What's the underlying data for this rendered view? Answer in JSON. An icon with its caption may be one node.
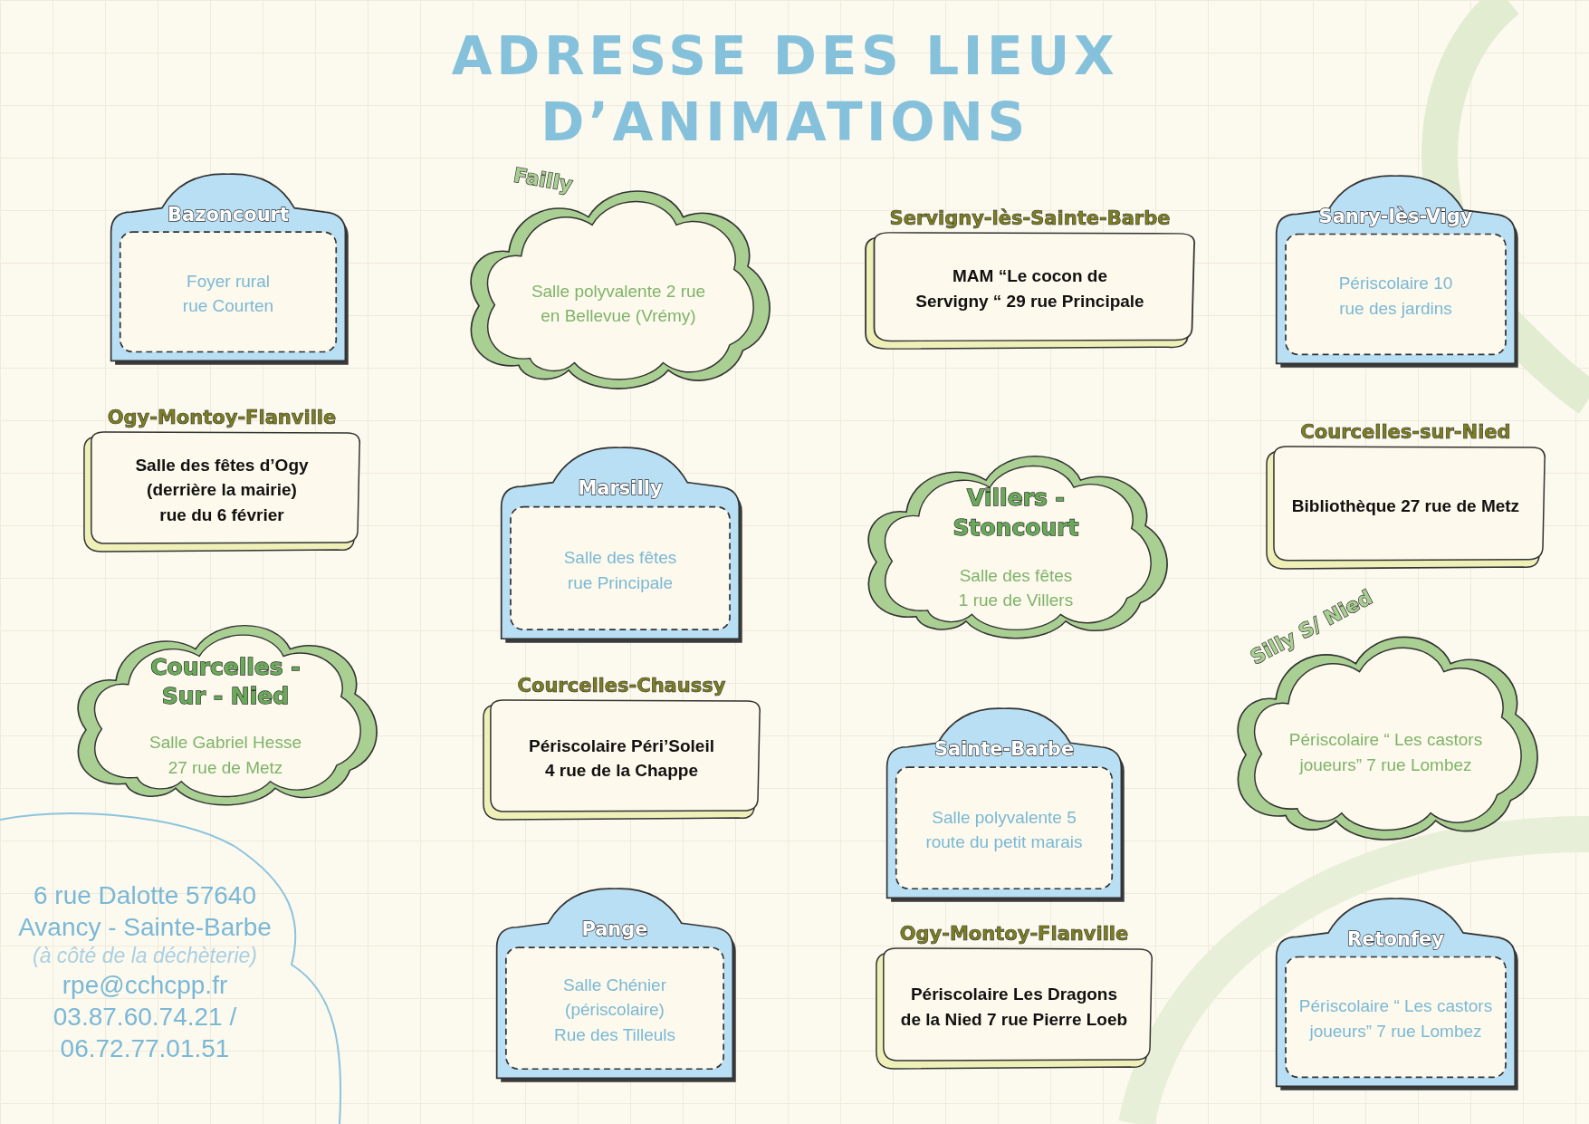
{
  "diagram": {
    "title": "ADRESSE DES LIEUX D’ANIMATIONS",
    "nodes": [
      {
        "text": [
          "Bazoncourt",
          "Foyer rural rue Courten"
        ]
      },
      {
        "text": [
          "Failly",
          "Salle polyvalente 2 rue en Bellevue (Vrémy)"
        ]
      },
      {
        "text": [
          "Servigny-lès-Sainte-Barbe",
          "MAM “Le cocon de Servigny “ 29 rue Principale"
        ]
      },
      {
        "text": [
          "Sanry-lès-Vigy",
          "Périscolaire 10 rue des jardins"
        ]
      },
      {
        "text": [
          "Ogy-Montoy-Flanville",
          "Salle des fêtes d’Ogy (derrière la mairie) rue du 6 février"
        ]
      },
      {
        "text": [
          "Marsilly",
          "Salle des fêtes rue Principale"
        ]
      },
      {
        "text": [
          "Villers - Stoncourt",
          "Salle des fêtes 1 rue de Villers"
        ]
      },
      {
        "text": [
          "Courcelles-sur-Nied",
          "Bibliothèque 27 rue de Metz"
        ]
      },
      {
        "text": [
          "Courcelles - Sur - Nied",
          "Salle Gabriel Hesse 27 rue de Metz"
        ]
      },
      {
        "text": [
          "Courcelles-Chaussy",
          "Périscolaire Péri’Soleil 4 rue de la Chappe"
        ]
      },
      {
        "text": [
          "Sainte-Barbe",
          "Salle polyvalente 5 route du petit marais"
        ]
      },
      {
        "text": [
          "Silly S/ Nied",
          "Périscolaire “ Les castors joueurs” 7 rue Lombez"
        ]
      },
      {
        "text": [
          "Pange",
          "Salle Chénier (périscolaire) Rue des Tilleuls"
        ]
      },
      {
        "text": [
          "Ogy-Montoy-Flanville",
          "Périscolaire Les Dragons de la Nied 7 rue Pierre Loeb"
        ]
      },
      {
        "text": [
          "Retonfey",
          "Périscolaire “ Les castors joueurs” 7 rue Lombez"
        ]
      },
      {
        "text": [
          "6 rue Dalotte 57640 Avancy - Sainte-Barbe",
          "(à côté de la déchèterie)",
          "rpe@cchcpp.fr",
          "03.87.60.74.21 / 06.72.77.01.51"
        ]
      }
    ]
  }
}
